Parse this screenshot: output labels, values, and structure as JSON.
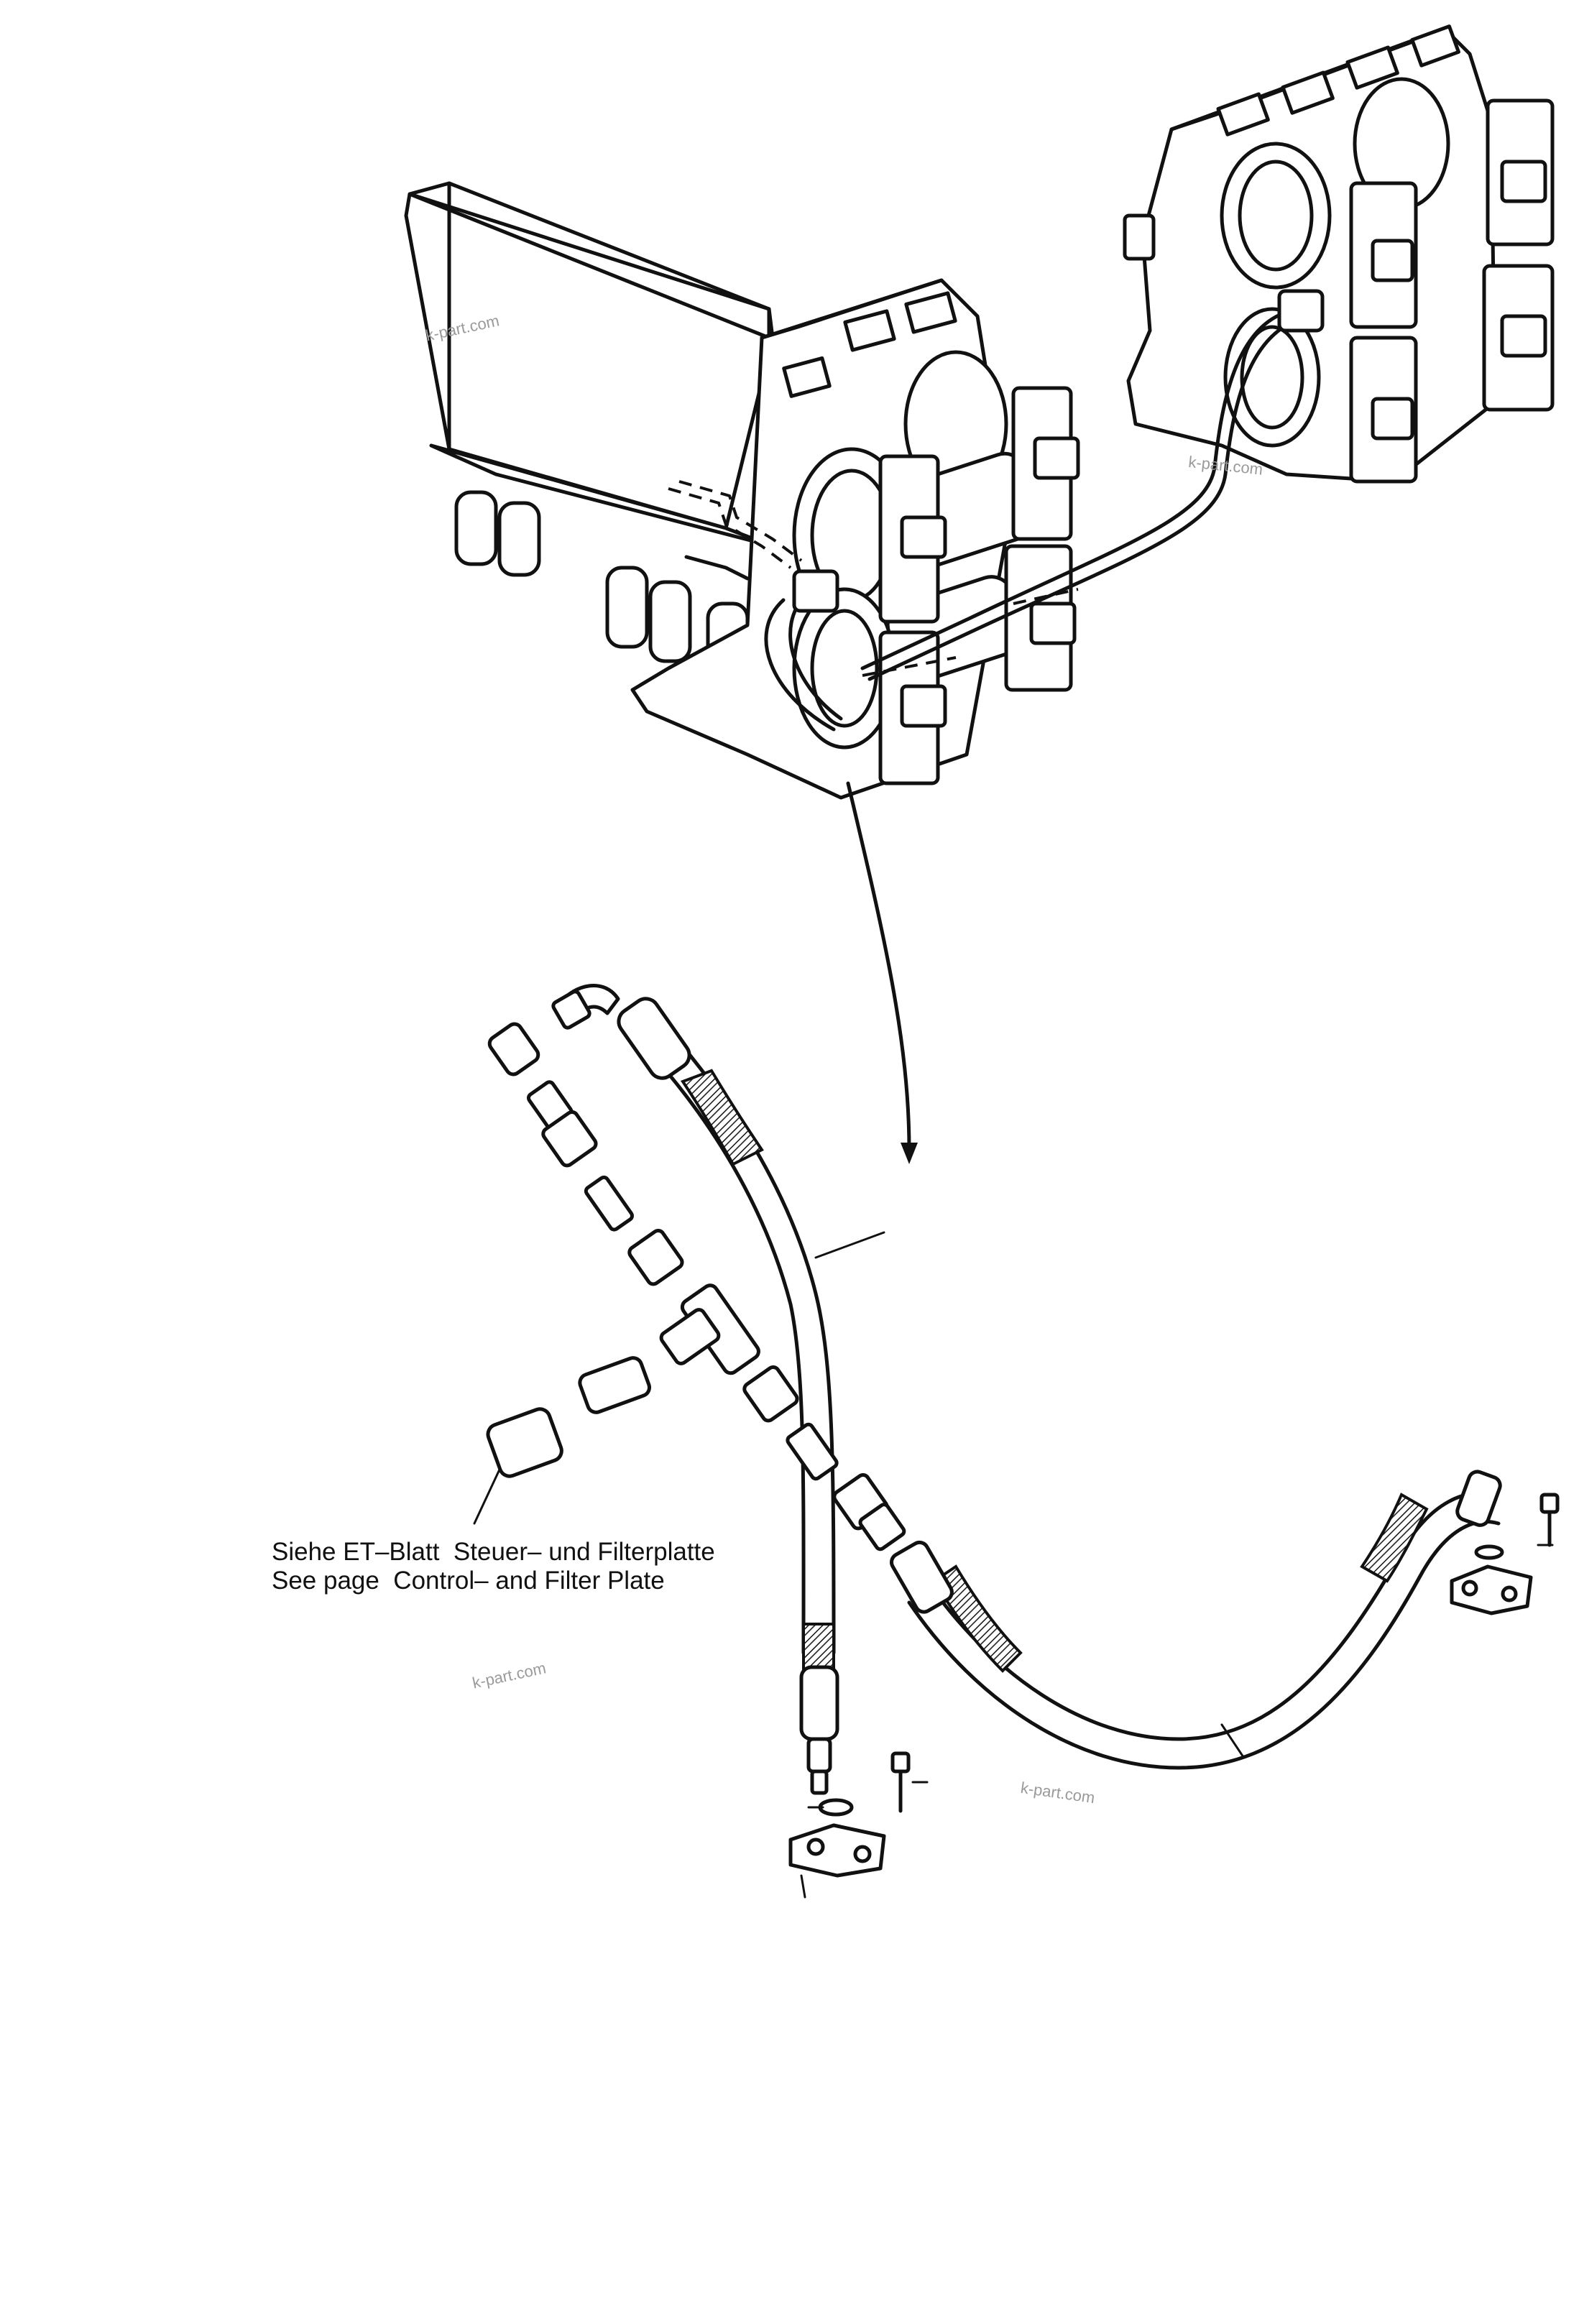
{
  "note": {
    "de": "Siehe ET–Blatt  Steuer– und Filterplatte",
    "en": "See page  Control– and Filter Plate"
  },
  "watermark": {
    "text": "k-part.com"
  }
}
